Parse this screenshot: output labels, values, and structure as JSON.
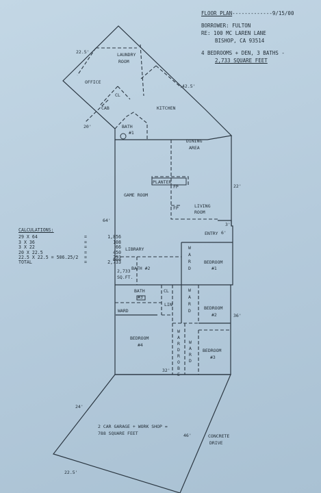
{
  "header": {
    "title": "FLOOR PLAN",
    "dashes": "-------------",
    "date": "9/15/00",
    "borrower_line": "BORROWER:  FULTON",
    "re_line": "RE:  100 MC LAREN LANE",
    "city_line": "BISHOP, CA  93514",
    "beds_line": "4 BEDROOMS + DEN, 3 BATHS -",
    "sqft_line": "2,733 SQUARE FEET"
  },
  "rooms": {
    "laundry_1": "LAUNDRY",
    "laundry_2": "ROOM",
    "office": "OFFICE",
    "cl": "CL",
    "cab": "CAB",
    "kitchen": "KITCHEN",
    "bath1_1": "BATH",
    "bath1_2": "#1",
    "dining_1": "DINING",
    "dining_2": "AREA",
    "planter": "PLANTER",
    "fp": "FP",
    "game_room": "GAME ROOM",
    "living_1": "LIVING",
    "living_2": "ROOM",
    "entry": "ENTRY",
    "library": "LIBRARY",
    "bath2": "BATH #2",
    "bath3_1": "BATH",
    "bath3_2": "#3",
    "cl_lin_1": "CL",
    "cl_lin_2": "LIN",
    "ward": "WARD",
    "ward_v": [
      "W",
      "A",
      "R",
      "D"
    ],
    "wardrobe_v": [
      "W",
      "A",
      "R",
      "D",
      "R",
      "O",
      "B",
      "E"
    ],
    "bedroom": "BEDROOM",
    "b1": "#1",
    "b2": "#2",
    "b3": "#3",
    "b4": "#4",
    "sqft_1": "2,733",
    "sqft_2": "SQ.FT.",
    "garage_1": "2 CAR GARAGE + WORK SHOP =",
    "garage_2": "788 SQUARE FEET",
    "concrete_1": "CONCRETE",
    "concrete_2": "DRIVE"
  },
  "dims": {
    "d_22_5_top": "22.5'",
    "d_42_5": "42.5'",
    "d_20": "20'",
    "d_22": "22'",
    "d_64": "64'",
    "d_3": "3'",
    "d_6": "6'",
    "d_36": "36'",
    "d_32": "32'",
    "d_24": "24'",
    "d_46": "46'",
    "d_22_5_bottom": "22.5'"
  },
  "calculations": {
    "title": "CALCULATIONS:",
    "rows": [
      {
        "formula": "29 X 64",
        "eq": "=",
        "value": "1,856"
      },
      {
        "formula": "3 X 36",
        "eq": "=",
        "value": "108"
      },
      {
        "formula": "3 X 22",
        "eq": "=",
        "value": "66"
      },
      {
        "formula": "20 X 22.5",
        "eq": "=",
        "value": "450"
      },
      {
        "formula": "22.5 X 22.5 = 506.25/2",
        "eq": "=",
        "value": "253"
      },
      {
        "formula": "TOTAL",
        "eq": "=",
        "value": "2,733"
      }
    ]
  }
}
